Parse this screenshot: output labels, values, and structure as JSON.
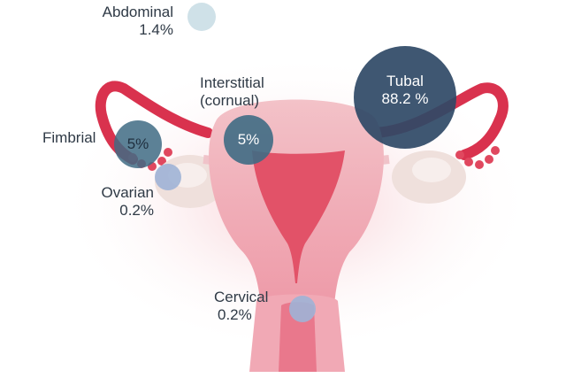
{
  "sites": {
    "abdominal": {
      "name": "Abdominal",
      "value": "1.4%"
    },
    "interstitial": {
      "name_line1": "Interstitial",
      "name_line2": "(cornual)",
      "value": "5%"
    },
    "tubal": {
      "name": "Tubal",
      "value": "88.2 %"
    },
    "fimbrial": {
      "name": "Fimbrial",
      "value": "5%"
    },
    "ovarian": {
      "name": "Ovarian",
      "value": "0.2%"
    },
    "cervical": {
      "name": "Cervical",
      "value": "0.2%"
    }
  },
  "colors": {
    "bubble_dark": "#2f4966",
    "bubble_mid": "#3f6b84",
    "bubble_light": "#9fb2d6",
    "bubble_pale": "#cfe1e8",
    "uterus_outer": "#f2b9c1",
    "uterus_inner": "#e25268",
    "tube": "#d9324e",
    "ovary": "#efe0dc",
    "label_text": "#2f3a46"
  }
}
